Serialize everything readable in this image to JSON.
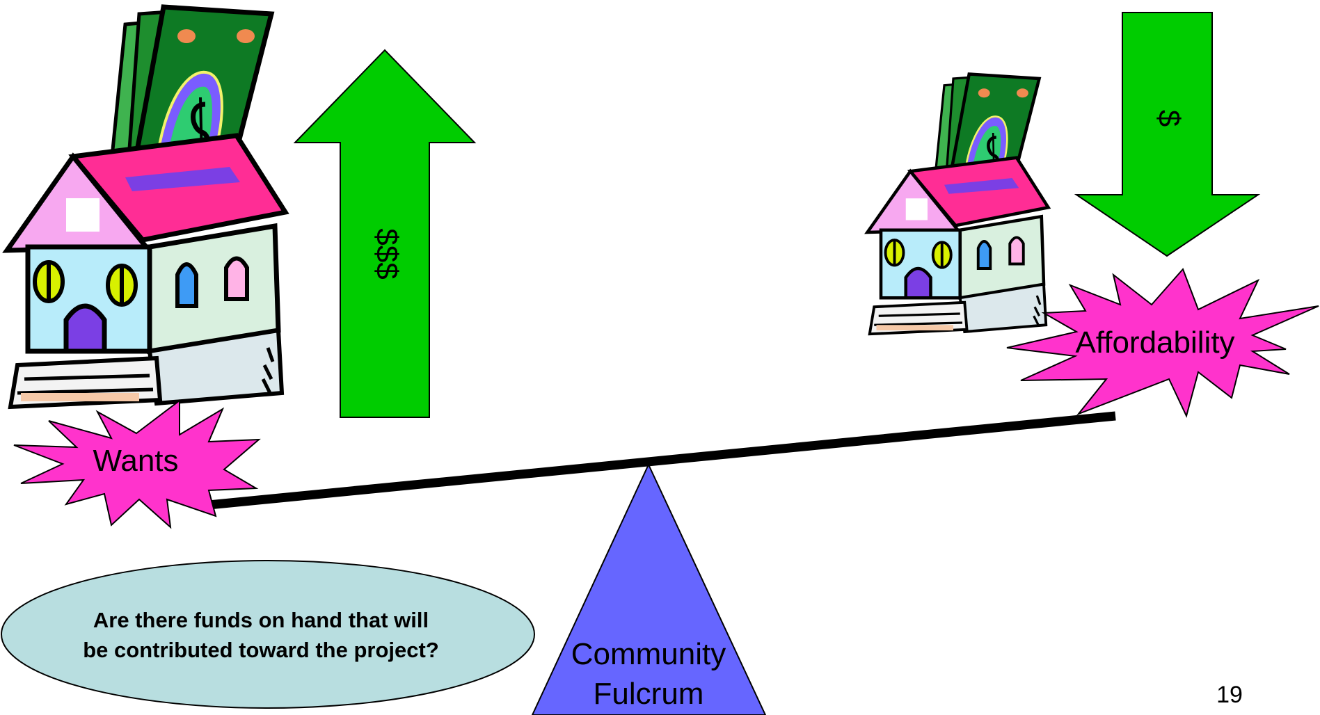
{
  "slide": {
    "page_number": "19",
    "colors": {
      "arrow_green": "#00CC00",
      "starburst_pink": "#FF33CC",
      "fulcrum_blue": "#6666FF",
      "oval_fill": "#B8DEE0",
      "beam": "#000000"
    }
  },
  "left_side": {
    "label": "Wants",
    "arrow_direction": "up",
    "arrow_text": "$$$",
    "house": "large-house-with-money"
  },
  "right_side": {
    "label": "Affordability",
    "arrow_direction": "down",
    "arrow_text": "$",
    "house": "small-house-with-money"
  },
  "fulcrum": {
    "line1": "Community",
    "line2": "Fulcrum"
  },
  "question": {
    "line1": "Are there funds on hand that will",
    "line2": "be contributed toward the project?"
  }
}
